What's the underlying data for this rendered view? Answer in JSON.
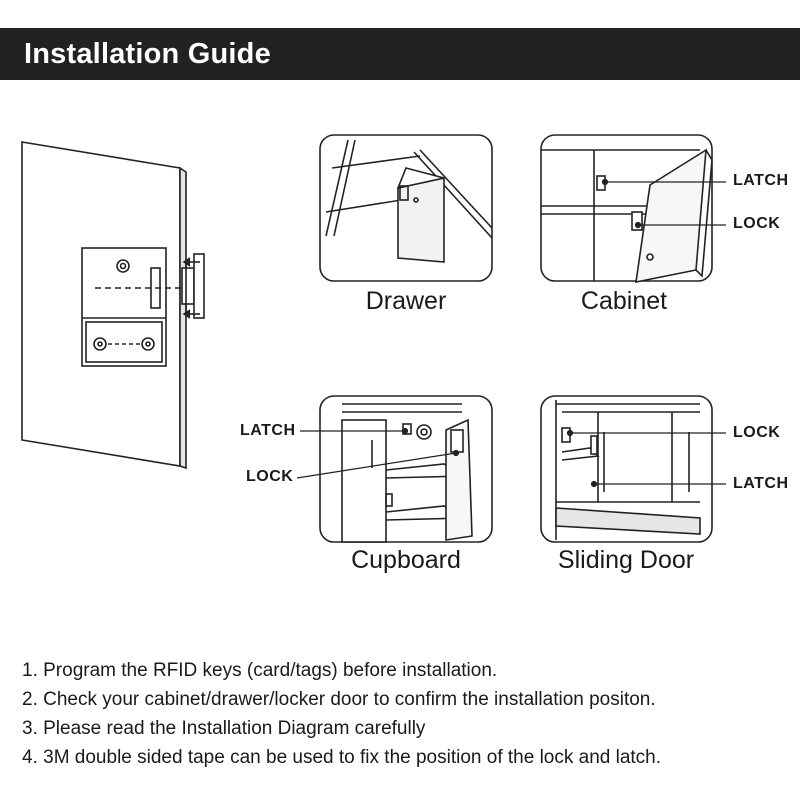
{
  "header": {
    "title": "Installation Guide"
  },
  "scenes": [
    {
      "caption": "Drawer",
      "labels": []
    },
    {
      "caption": "Cabinet",
      "labels": [
        "LATCH",
        "LOCK"
      ]
    },
    {
      "caption": "Cupboard",
      "labels": [
        "LATCH",
        "LOCK"
      ]
    },
    {
      "caption": "Sliding Door",
      "labels": [
        "LOCK",
        "LATCH"
      ]
    }
  ],
  "notes": [
    "1. Program the RFID keys (card/tags) before installation.",
    "2. Check your cabinet/drawer/locker door to confirm the installation positon.",
    "3. Please read the Installation Diagram carefully",
    "4. 3M double sided tape can be used to fix the position of the lock and latch."
  ]
}
